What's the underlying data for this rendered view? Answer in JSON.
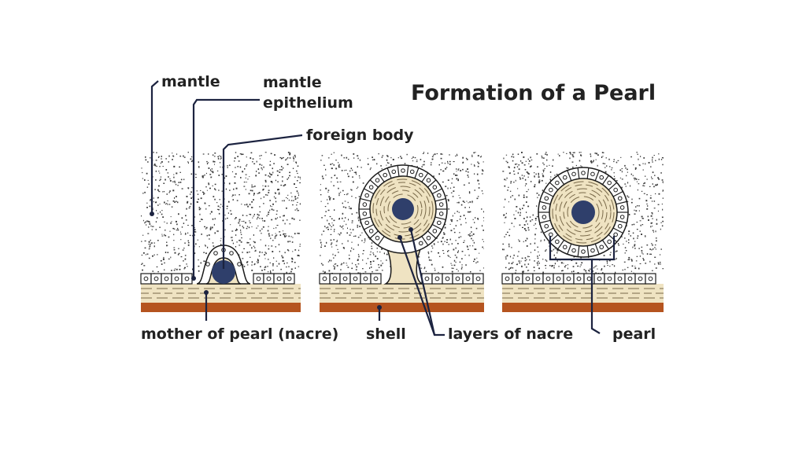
{
  "diagram": {
    "title": "Formation of a Pearl",
    "labels": {
      "mantle": "mantle",
      "mantle_epithelium_line1": "mantle",
      "mantle_epithelium_line2": "epithelium",
      "foreign_body": "foreign body",
      "mother_of_pearl": "mother of pearl (nacre)",
      "shell": "shell",
      "layers_of_nacre": "layers of nacre",
      "pearl": "pearl"
    },
    "colors": {
      "mantle_dots": "#3a3a3a",
      "nacre": "#efe3c2",
      "nacre_lines": "#7a6a4a",
      "shell": "#b5541f",
      "foreign_body": "#2f3f6b",
      "leader_lines": "#1c2340",
      "outline": "#1a1a1a"
    }
  }
}
